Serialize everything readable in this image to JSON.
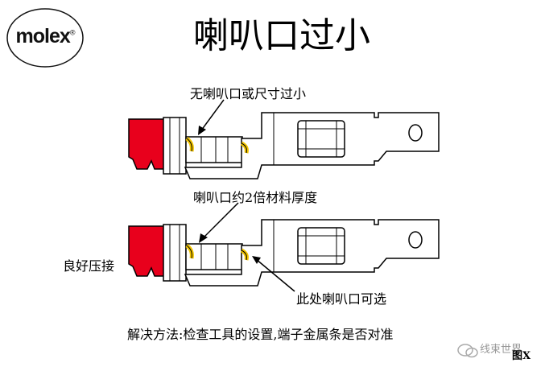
{
  "brand": {
    "logo_text": "molex",
    "registered": "®"
  },
  "title": "喇叭口过小",
  "labels": {
    "no_bellmouth": "无喇叭口或尺寸过小",
    "bellmouth_thickness": "喇叭口约2倍材料厚度",
    "good_crimp": "良好压接",
    "optional_bellmouth": "此处喇叭口可选",
    "solution": "解决方法:检查工具的设置,端子金属条是否对准"
  },
  "watermark": "线束世界",
  "figure_label": "图X",
  "colors": {
    "insulation": "#e8001c",
    "strands": "#f2c400",
    "outline": "#000000"
  }
}
